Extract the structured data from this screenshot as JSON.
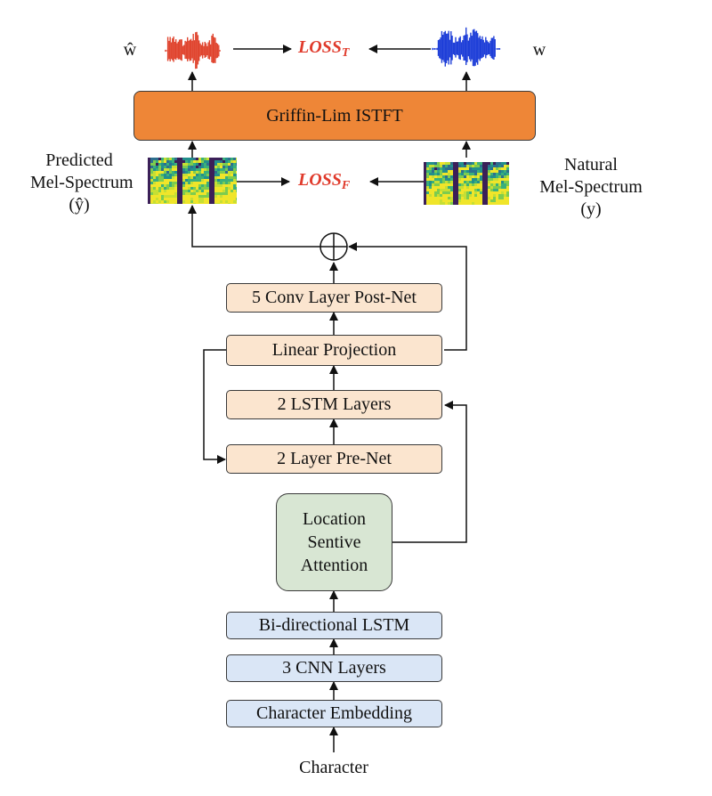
{
  "outputs": {
    "predicted_wave_label": "ŵ",
    "target_wave_label": "w",
    "loss_t": {
      "base": "LOSS",
      "sub": "T"
    },
    "loss_f": {
      "base": "LOSS",
      "sub": "F"
    }
  },
  "vocoder": {
    "label": "Griffin-Lim ISTFT"
  },
  "predicted_mel": {
    "line1": "Predicted",
    "line2": "Mel-Spectrum",
    "line3": "(ŷ)"
  },
  "natural_mel": {
    "line1": "Natural",
    "line2": "Mel-Spectrum",
    "line3": "(y)"
  },
  "decoder": {
    "postnet": "5 Conv Layer Post-Net",
    "linear_projection": "Linear Projection",
    "lstm": "2 LSTM Layers",
    "prenet": "2 Layer Pre-Net"
  },
  "attention": {
    "line1": "Location",
    "line2": "Sentive",
    "line3": "Attention"
  },
  "encoder": {
    "bilstm": "Bi-directional LSTM",
    "cnn": "3 CNN Layers",
    "embedding": "Character Embedding"
  },
  "input": {
    "label": "Character"
  },
  "colors": {
    "vocoder_fill": "#ee8637",
    "decoder_fill": "#fbe5cf",
    "encoder_fill": "#dae6f6",
    "attention_fill": "#d8e6d3",
    "loss_text": "#e03b2c",
    "predicted_wave": "#e0452f",
    "target_wave": "#1f3fd8"
  }
}
